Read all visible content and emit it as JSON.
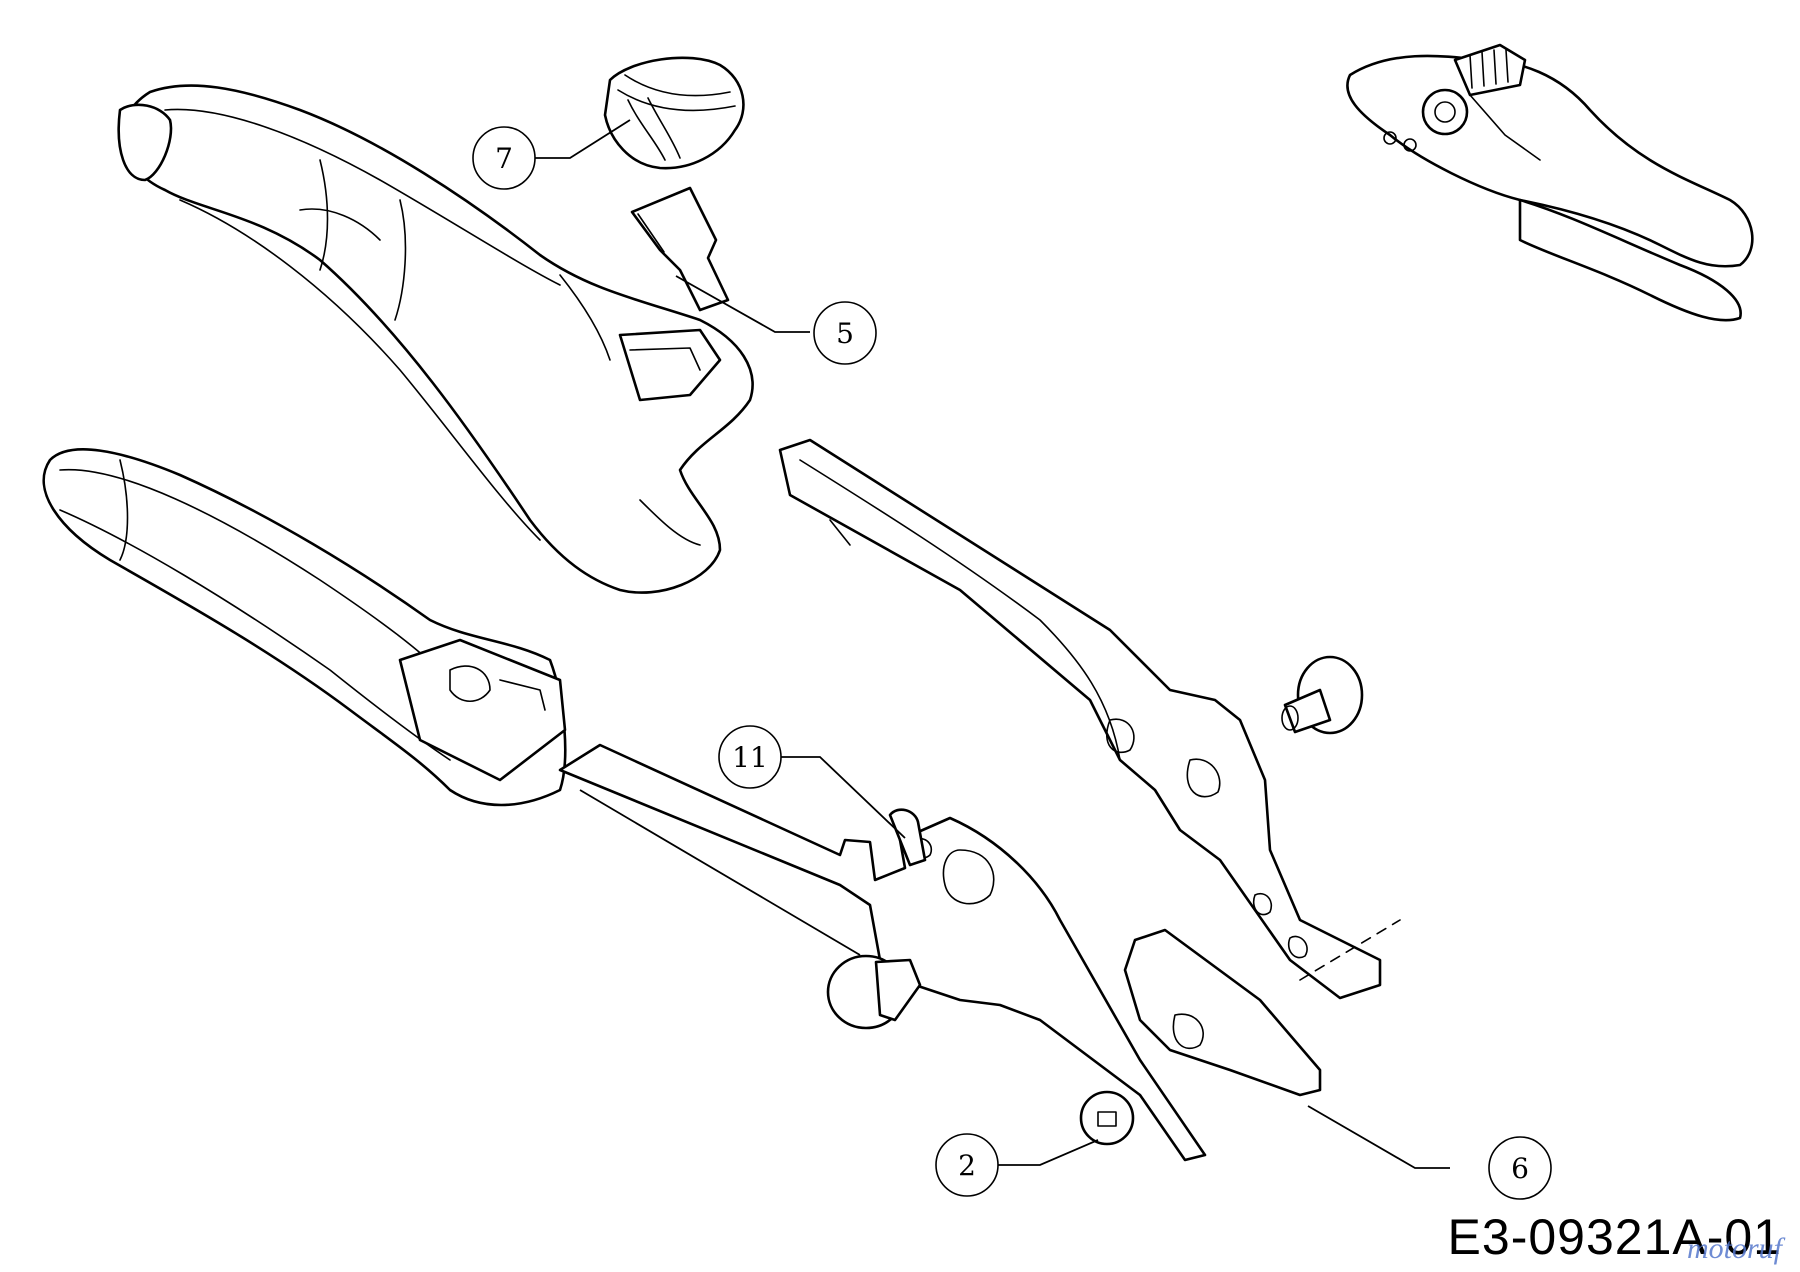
{
  "callouts": [
    {
      "id": "c7",
      "label": "7"
    },
    {
      "id": "c5",
      "label": "5"
    },
    {
      "id": "c11",
      "label": "11"
    },
    {
      "id": "c2",
      "label": "2"
    },
    {
      "id": "c6",
      "label": "6"
    }
  ],
  "reference_code": "E3-09321A-01",
  "watermark": "motoruf",
  "colors": {
    "line": "#000000",
    "background": "#ffffff",
    "watermark": "#5577cc"
  }
}
